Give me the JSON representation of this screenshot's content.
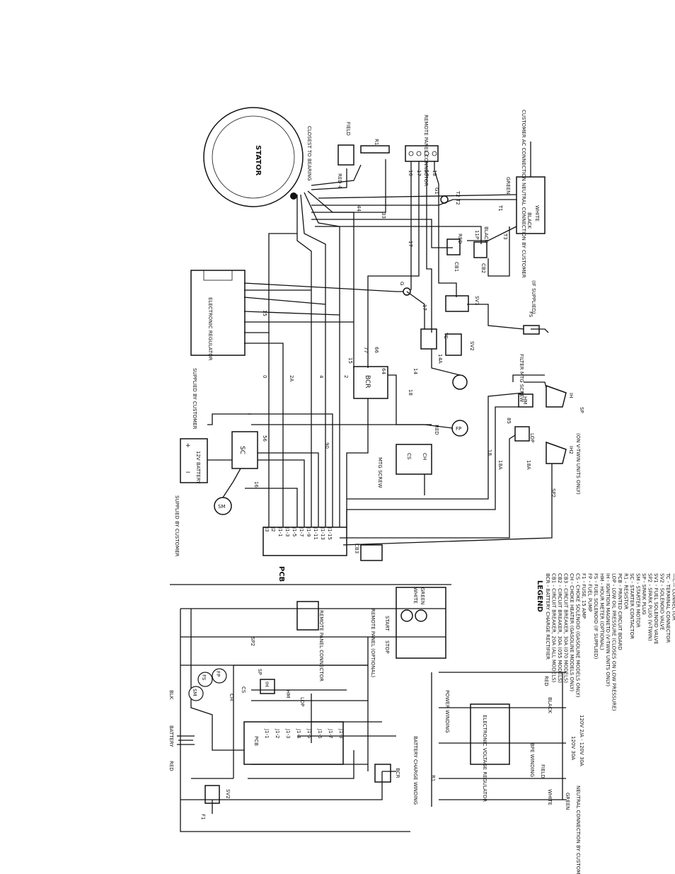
{
  "components": {
    "stator": "STATOR",
    "closest_to_bearing": "CLOSEST TO BEARING",
    "field": "FIELD",
    "electronic_regulator": "ELECTRONIC REGULATOR",
    "supplied_by_customer_top": "SUPPLIED BY CUSTOMER",
    "supplied_by_customer_left": "SUPPLIED BY CUSTOMER",
    "battery": "12V BATTERY",
    "sc": "SC",
    "sm": "SM",
    "bcr": "BCR",
    "cs": "CS",
    "ch": "CH",
    "mtg_screw": "MTG SCREW",
    "fp": "FP",
    "red": "RED",
    "tc": "TC",
    "sv1": "SV1",
    "sv2": "SV2",
    "cb1": "CB1",
    "cb2": "CB2",
    "cb3": "CB3",
    "fs": "FS",
    "fs_supplied": "(IF SUPPLIED)",
    "filter_mtg": "FILTER MTG SCREW",
    "lop": "LOP",
    "hm": "HM",
    "ih": "IH",
    "ih2": "IH2",
    "twin_units": "(ON V-TWIN UNITS ONLY)",
    "sp": "SP",
    "sp2": "SP2",
    "pcb": "PCB",
    "r1": "R1",
    "remote_panel": "REMOTE PANEL CONNECTOR",
    "customer_ac": "CUSTOMER AC CONNECTION NEUTRAL CONNECTION BY CUSTOMER",
    "white": "WHITE",
    "black": "BLACK",
    "green": "GREEN",
    "g1": "G1",
    "g": "G"
  },
  "schematic": {
    "battery": "BATTERY",
    "red": "RED",
    "blk": "BLK",
    "pcb": "PCB",
    "sm": "SM",
    "fs": "FS",
    "fp": "FP",
    "ch": "CH",
    "cs": "CS",
    "sv2": "SV2",
    "f1": "F1",
    "ih": "IH",
    "sp": "SP",
    "sp2": "SP2",
    "hm": "HM",
    "lop": "LOP",
    "bcr": "BCR",
    "r1": "R1",
    "battery_charge_winding": "BATTERY CHARGE WINDING",
    "power_winding": "POWER WINDING",
    "evr": "ELECTRONIC VOLTAGE REGULATOR",
    "bpe_winding": "BPE WINDING",
    "field": "FIELD",
    "white": "WHITE",
    "green": "GREEN",
    "black": "BLACK",
    "red_cable": "RED",
    "remote_panel": "REMOTE PANEL CONNECTOR",
    "remote_panel_opt": "REMOTE PANEL (OPTIONAL)",
    "stop": "STOP",
    "start": "START",
    "neutral": "NEUTRAL CONNECTION BY CUSTOMER",
    "rating1": "120V 30A",
    "rating2": "120V 2/A · 120V 30A"
  },
  "legend": {
    "title": "LEGEND",
    "items": [
      "BCR - BATTERY CHARGE RECTIFIER",
      "CB1 - CIRCUIT BREAKER, 20A (ALL MODELS)",
      "CB2 - CIRCUIT BREAKER, 30A (055 MODELS)",
      "CB3 - CIRCUIT BREAKER, 30A (070 MODELS)",
      "CH - CHOKE HEATER (GASOLINE MODELS ONLY)",
      "CS - CHOKE SOLENOID (GASOLINE MODELS ONLY)",
      "F1 - FUSE, 15 AMP",
      "FP - FUEL PUMP",
      "FS - FUEL SOLENOID (IF SUPPLIED)",
      "HM - HOUR METER (OPTIONAL)",
      "IH - IGNITION MAGNETO (V-TWIN UNITS ONLY)",
      "LOP - LOW OIL PRESSURE (CLOSES ON LOW PRESSURE)",
      "PCB - PRINTED CIRCUIT BOARD",
      "R1 - RESISTOR",
      "SC - STARTER CONTACTOR",
      "SM - STARTER MOTOR",
      "SP - SPARK PLUG",
      "SP2 - SPARK PLUG (V-TWIN)",
      "SV1 - FUEL SOLENOID VALVE",
      "SV2 - SOLENOID VALVE",
      "TC - TERMINAL CONNECTOR",
      "—⊂— CONNECTOR"
    ]
  }
}
